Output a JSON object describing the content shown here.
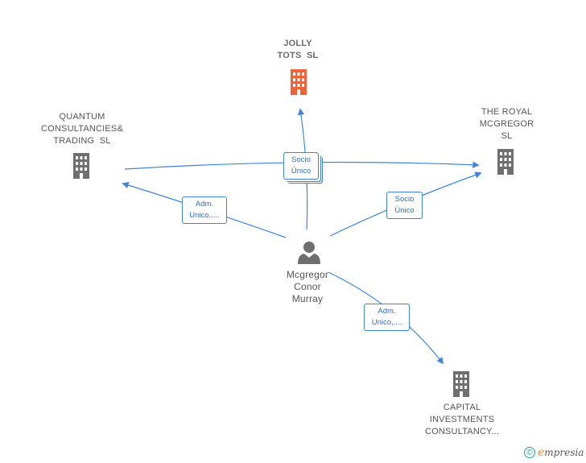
{
  "colors": {
    "edge": "#3f84d8",
    "building_default": "#6f6f6f",
    "building_highlight": "#f0623a",
    "person": "#6f6f6f",
    "label_text": "#555555"
  },
  "nodes": {
    "jolly_tots": {
      "lines": [
        "JOLLY",
        "TOTS  SL"
      ],
      "icon": "building-icon",
      "highlight": true
    },
    "quantum": {
      "lines": [
        "QUANTUM",
        "CONSULTANCIES&",
        "TRADING  SL"
      ],
      "icon": "building-icon"
    },
    "royal_mcgregor": {
      "lines": [
        "THE ROYAL",
        "MCGREGOR",
        "SL"
      ],
      "icon": "building-icon"
    },
    "capital": {
      "lines": [
        "CAPITAL",
        "INVESTMENTS",
        "CONSULTANCY..."
      ],
      "icon": "building-icon"
    },
    "person": {
      "lines": [
        "Mcgregor",
        "Conor",
        "Murray"
      ],
      "icon": "person-icon"
    }
  },
  "edge_labels": {
    "socio_center": [
      "Socio",
      "Único"
    ],
    "adm_quantum": [
      "Adm.",
      "Unico,...."
    ],
    "socio_royal": [
      "Socio",
      "Único"
    ],
    "adm_capital": [
      "Adm.",
      "Unico,...."
    ]
  },
  "watermark": {
    "symbol": "©",
    "brand_initial": "e",
    "brand_rest": "mpresia"
  }
}
